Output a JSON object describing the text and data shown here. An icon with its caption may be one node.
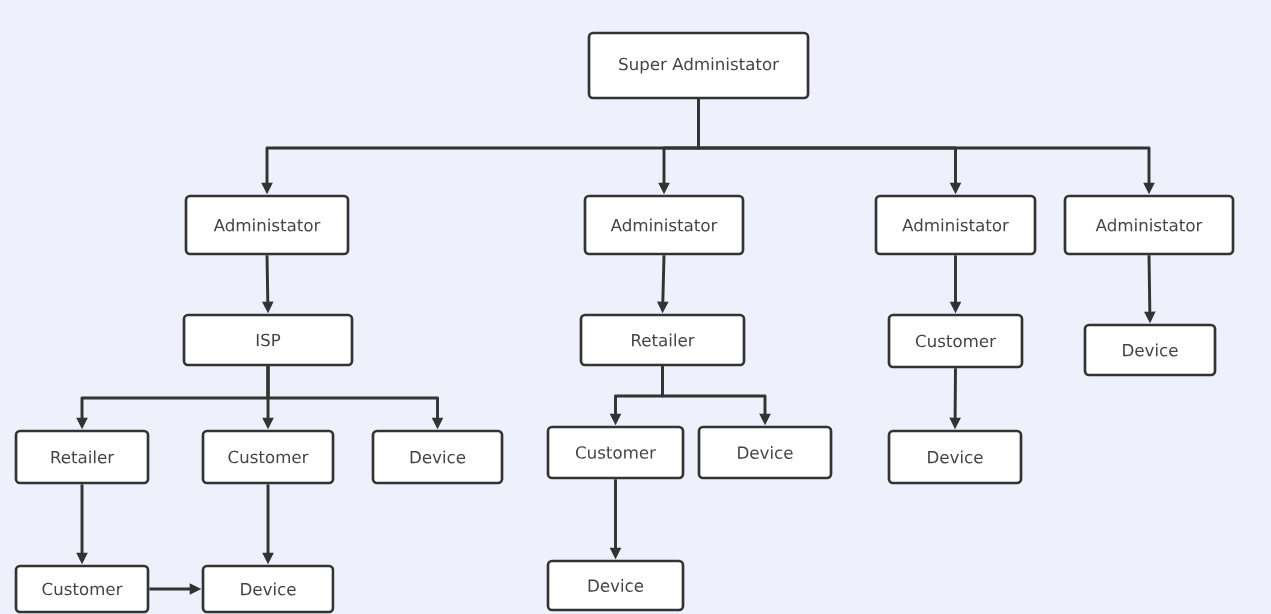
{
  "diagram": {
    "nodes": [
      {
        "text": [
          "Super Administator"
        ]
      },
      {
        "text": [
          "Administator"
        ]
      },
      {
        "text": [
          "Administator"
        ]
      },
      {
        "text": [
          "Administator"
        ]
      },
      {
        "text": [
          "Administator"
        ]
      },
      {
        "text": [
          "ISP"
        ]
      },
      {
        "text": [
          "Retailer"
        ]
      },
      {
        "text": [
          "Customer"
        ]
      },
      {
        "text": [
          "Device"
        ]
      },
      {
        "text": [
          "Retailer"
        ]
      },
      {
        "text": [
          "Customer"
        ]
      },
      {
        "text": [
          "Device"
        ]
      },
      {
        "text": [
          "Customer"
        ]
      },
      {
        "text": [
          "Device"
        ]
      },
      {
        "text": [
          "Device"
        ]
      },
      {
        "text": [
          "Customer"
        ]
      },
      {
        "text": [
          "Device"
        ]
      },
      {
        "text": [
          "Device"
        ]
      }
    ],
    "edges": [
      {
        "from": 0,
        "to": 1,
        "arrow": "to"
      },
      {
        "from": 0,
        "to": 2,
        "arrow": "to"
      },
      {
        "from": 0,
        "to": 3,
        "arrow": "to"
      },
      {
        "from": 0,
        "to": 4,
        "arrow": "to"
      },
      {
        "from": 1,
        "to": 5,
        "arrow": "to"
      },
      {
        "from": 2,
        "to": 6,
        "arrow": "to"
      },
      {
        "from": 3,
        "to": 7,
        "arrow": "to"
      },
      {
        "from": 4,
        "to": 8,
        "arrow": "to"
      },
      {
        "from": 5,
        "to": 9,
        "arrow": "to"
      },
      {
        "from": 5,
        "to": 10,
        "arrow": "to"
      },
      {
        "from": 5,
        "to": 11,
        "arrow": "to"
      },
      {
        "from": 6,
        "to": 12,
        "arrow": "to"
      },
      {
        "from": 6,
        "to": 13,
        "arrow": "to"
      },
      {
        "from": 7,
        "to": 14,
        "arrow": "to"
      },
      {
        "from": 9,
        "to": 15,
        "arrow": "to"
      },
      {
        "from": 10,
        "to": 16,
        "arrow": "to"
      },
      {
        "from": 15,
        "to": 16,
        "arrow": "to"
      },
      {
        "from": 12,
        "to": 17,
        "arrow": "to"
      }
    ]
  }
}
